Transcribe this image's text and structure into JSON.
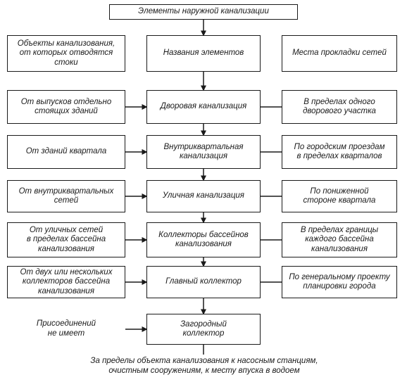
{
  "title": "Элементы наружной канализации",
  "headers": {
    "sources": "Объекты канализования,\nот которых отводятся\nстоки",
    "names": "Названия элементов",
    "places": "Места прокладки сетей"
  },
  "rows": [
    {
      "source": "От выпусков отдельно\nстоящих зданий",
      "element": "Дворовая канализация",
      "place": "В пределах одного\nдворового участка"
    },
    {
      "source": "От зданий квартала",
      "element": "Внутриквартальная\nканализация",
      "place": "По городским проездам\nв пределах кварталов"
    },
    {
      "source": "От внутриквартальных\nсетей",
      "element": "Уличная канализация",
      "place": "По пониженной\nстороне квартала"
    },
    {
      "source": "От уличных сетей\nв пределах бассейна\nканализования",
      "element": "Коллекторы бассейнов\nканализования",
      "place": "В пределах границы\nкаждого бассейна\nканализования"
    },
    {
      "source": "От двух или нескольких\nколлекторов бассейна\nканализования",
      "element": "Главный коллектор",
      "place": "По генеральному проекту\nпланировки города"
    }
  ],
  "last": {
    "source": "Присоединений\nне имеет",
    "element": "Загородный\nколлектор"
  },
  "footer": "За пределы объекта канализования к насосным станциям,\nочистным сооружениям, к месту впуска в водоем",
  "colors": {
    "ink": "#1a1a1a",
    "background": "#ffffff"
  }
}
